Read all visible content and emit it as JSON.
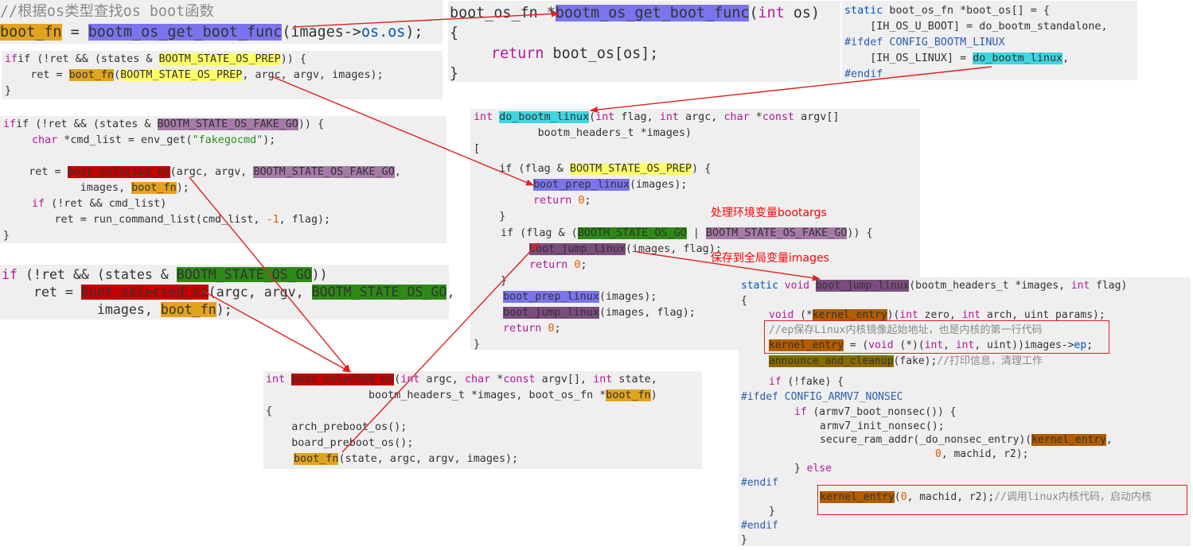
{
  "panel_main": {
    "comment": "//根据os类型查找os boot函数",
    "t_boot_fn": "boot_fn",
    "t_eq": " = ",
    "t_get": "bootm_os_get_boot_func",
    "t_args1": "(images->",
    "t_os": "os.os",
    "t_end": ");"
  },
  "panel_prep": {
    "l1_a": "if (!ret && (states & ",
    "l1_flag": "BOOTM_STATE_OS_PREP",
    "l1_b": ")) {",
    "l2_a": "    ret = ",
    "l2_fn": "boot_fn",
    "l2_b": "(",
    "l2_flag": "BOOTM_STATE_OS_PREP",
    "l2_c": ", argc, argv, images);",
    "l3": "}"
  },
  "panel_fake": {
    "l1_a": "if (!ret && (states & ",
    "l1_flag": "BOOTM_STATE_OS_FAKE_GO",
    "l1_b": ")) {",
    "l2_kw": "char",
    "l2_a": " *cmd_list = env_get(",
    "l2_str": "\"fakegocmd\"",
    "l2_b": ");",
    "l3_a": "    ret = ",
    "l3_fn": "boot_selected_os",
    "l3_b": "(argc, argv, ",
    "l3_flag": "BOOTM_STATE_OS_FAKE_GO",
    "l3_c": ",",
    "l4_a": "            images, ",
    "l4_fn": "boot_fn",
    "l4_b": ");",
    "l5_if": "if",
    "l5_a": " (!ret && cmd_list)",
    "l6_a": "        ret = run_command_list(cmd_list, ",
    "l6_num": "-1",
    "l6_b": ", flag);",
    "l7": "}"
  },
  "panel_go": {
    "l1_if": "if",
    "l1_a": " (!ret && (states & ",
    "l1_flag": "BOOTM_STATE_OS_GO",
    "l1_b": "))",
    "l2_a": "    ret = ",
    "l2_fn": "boot_selected_os",
    "l2_b": "(argc, argv, ",
    "l2_flag": "BOOTM_STATE_OS_GO",
    "l2_c": ",",
    "l3_a": "            images, ",
    "l3_fn": "boot_fn",
    "l3_b": ");"
  },
  "panel_getfunc": {
    "l1_a": "boot_os_fn *",
    "l1_fn": "bootm_os_get_boot_func",
    "l1_b": "(",
    "l1_kw": "int",
    "l1_c": " os)",
    "l2": "{",
    "l3_kw": "return",
    "l3_a": " boot_os[os];",
    "l4": "}"
  },
  "panel_bootos": {
    "l1_kw": "static",
    "l1_a": " boot_os_fn *boot_os[] = {",
    "l2": "    [IH_OS_U_BOOT] = do_bootm_standalone,",
    "l3": "#ifdef CONFIG_BOOTM_LINUX",
    "l4_a": "    [IH_OS_LINUX] = ",
    "l4_fn": "do_bootm_linux",
    "l4_b": ",",
    "l5": "#endif"
  },
  "panel_dobootm": {
    "l1_kw": "int",
    "l1_sp": " ",
    "l1_fn": "do_bootm_linux",
    "l1_a": "(",
    "l1_kw2": "int",
    "l1_b": " flag, ",
    "l1_kw3": "int",
    "l1_c": " argc, ",
    "l1_kw4": "char",
    "l1_d": " *",
    "l1_kw5": "const",
    "l1_e": " argv[]",
    "l2": "          bootm_headers_t *images)",
    "l3": "[",
    "l4_a": "    if (flag & ",
    "l4_flag": "BOOTM_STATE_OS_PREP",
    "l4_b": ") {",
    "l5_fn": "boot_prep_linux",
    "l5_a": "(images);",
    "l6_kw": "return",
    "l6_num": "0",
    "l6_b": ";",
    "l7": "    }",
    "l8_a": "if (flag & (",
    "l8_flag1": "BOOTM_STATE_OS_GO",
    "l8_b": " | ",
    "l8_flag2": "BOOTM_STATE_OS_FAKE_GO",
    "l8_c": ")) {",
    "l9_fn": "boot_jump_linux",
    "l9_a": "(images, flag);",
    "l10_kw": "return",
    "l10_num": "0",
    "l10_b": ";",
    "l11": "}",
    "l12_fn": "boot_prep_linux",
    "l12_a": "(images);",
    "l13_fn": "boot_jump_linux",
    "l13_a": "(images, flag);",
    "l14_kw": "return",
    "l14_num": "0",
    "l14_b": ";",
    "l15": "}"
  },
  "note_prep": {
    "line1": "处理环境变量bootargs",
    "line2": "保存到全局变量images"
  },
  "panel_selected": {
    "l1_kw": "int",
    "l1_sp": " ",
    "l1_fn": "boot_selected_os",
    "l1_a": "(",
    "l1_kw2": "int",
    "l1_b": " argc, ",
    "l1_kw3": "char",
    "l1_c": " *",
    "l1_kw4": "const",
    "l1_d": " argv[], ",
    "l1_kw5": "int",
    "l1_e": " state,",
    "l2_a": "                bootm_headers_t *images, boot_os_fn *",
    "l2_fn": "boot_fn",
    "l2_b": ")",
    "l3": "{",
    "l4": "    arch_preboot_os();",
    "l5": "    board_preboot_os();",
    "l6_fn": "boot_fn",
    "l6_a": "(state, argc, argv, images);"
  },
  "panel_jump": {
    "l1_kw": "static",
    "l1_kw2": "void",
    "l1_fn": "boot_jump_linux",
    "l1_a": "(bootm_headers_t *images, ",
    "l1_kw3": "int",
    "l1_b": " flag)",
    "l2": "{",
    "l3_kw": "void",
    "l3_a": " (*",
    "l3_fn": "kernel_entry",
    "l3_b": ")(",
    "l3_kw2": "int",
    "l3_c": " zero, ",
    "l3_kw3": "int",
    "l3_d": " arch, uint params);",
    "l4": "//ep保存Linux内核镜像起始地址，也是内核的第一行代码",
    "l5_fn": "kernel_entry",
    "l5_a": " = (",
    "l5_kw": "void",
    "l5_b": " (*)(",
    "l5_kw2": "int",
    "l5_c": ", ",
    "l5_kw3": "int",
    "l5_d": ", uint))images->",
    "l5_ep": "ep",
    "l5_e": ";",
    "l6_fn": "announce_and_cleanup",
    "l6_a": "(fake);",
    "l6_cmt": "//打印信息，清理工作",
    "l7_kw": "if",
    "l7_a": " (!fake) {",
    "l8": "#ifdef CONFIG_ARMV7_NONSEC",
    "l9_kw": "if",
    "l9_a": " (armv7_boot_nonsec()) {",
    "l10": "armv7_init_nonsec();",
    "l11_a": "secure_ram_addr(_do_nonsec_entry)(",
    "l11_fn": "kernel_entry",
    "l11_b": ",",
    "l12_num": "0",
    "l12_a": ", machid, r2);",
    "l13_a": "} ",
    "l13_kw": "else",
    "l14": "#endif",
    "l15_fn": "kernel_entry",
    "l15_a": "(",
    "l15_num": "0",
    "l15_b": ", machid, r2);",
    "l15_cmt": "//调用linux内核代码，启动内核",
    "l16": "}",
    "l17": "#endif",
    "l18": "}"
  },
  "colors": {
    "arrow": "#e02020",
    "keyword": "#b5179e",
    "number": "#e05a00",
    "comment": "#8a8a8a"
  }
}
